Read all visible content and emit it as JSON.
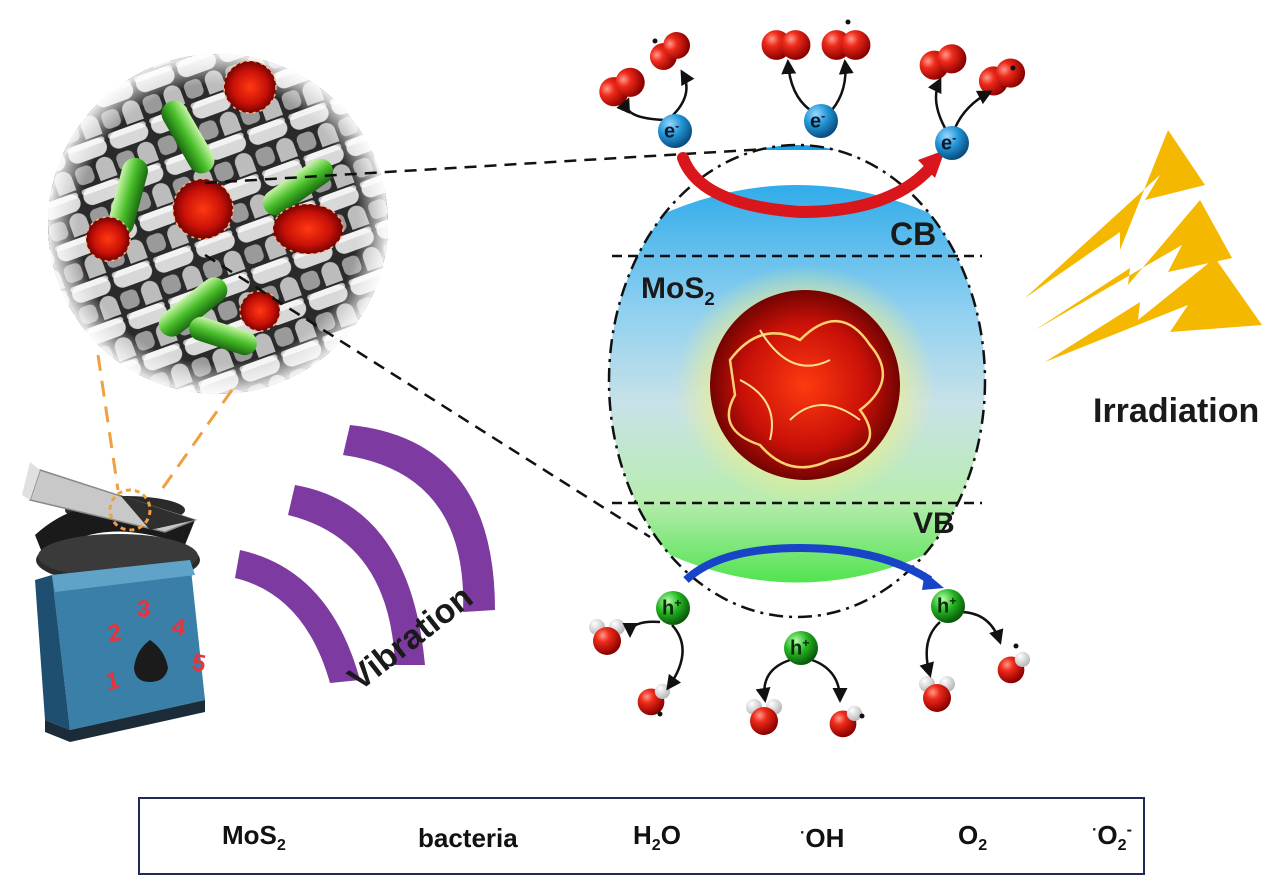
{
  "diagram": {
    "band_labels": {
      "cb": "CB",
      "vb": "VB"
    },
    "material_label": {
      "main": "MoS",
      "sub": "2"
    },
    "irradiation_label": "Irradiation",
    "vibration_label": "Vibration",
    "carrier_labels": {
      "electron": "e",
      "electron_sign": "-",
      "hole": "h",
      "hole_sign": "+"
    },
    "dial_numbers": [
      "1",
      "2",
      "3",
      "4",
      "5"
    ]
  },
  "legend": {
    "items": [
      {
        "icon": "mos2-flower-icon",
        "main": "MoS",
        "sub": "2",
        "tail": ""
      },
      {
        "icon": "bacteria-icon",
        "main": "bacteria",
        "sub": "",
        "tail": ""
      },
      {
        "icon": "water-molecule-icon",
        "main": "H",
        "sub": "2",
        "tail": "O"
      },
      {
        "icon": "hydroxyl-radical-icon",
        "pre": "·",
        "main": "OH",
        "sub": "",
        "tail": ""
      },
      {
        "icon": "oxygen-molecule-icon",
        "main": "O",
        "sub": "2",
        "tail": ""
      },
      {
        "icon": "superoxide-radical-icon",
        "pre": "·",
        "main": "O",
        "sub": "2",
        "sup": "-",
        "tail": ""
      }
    ]
  },
  "colors": {
    "cb_top": "#1fa3e0",
    "vb_bottom": "#33dd33",
    "electron": "#1e88c8",
    "hole": "#22aa22",
    "oxygen_red": "#e01010",
    "vibration_purple": "#7d3aa0",
    "irradiation_yellow": "#f5b800",
    "arrow_red": "#d8161c",
    "arrow_blue": "#1844c8",
    "legend_border": "#1f2b55",
    "shaker_blue": "#3a7fa8"
  }
}
